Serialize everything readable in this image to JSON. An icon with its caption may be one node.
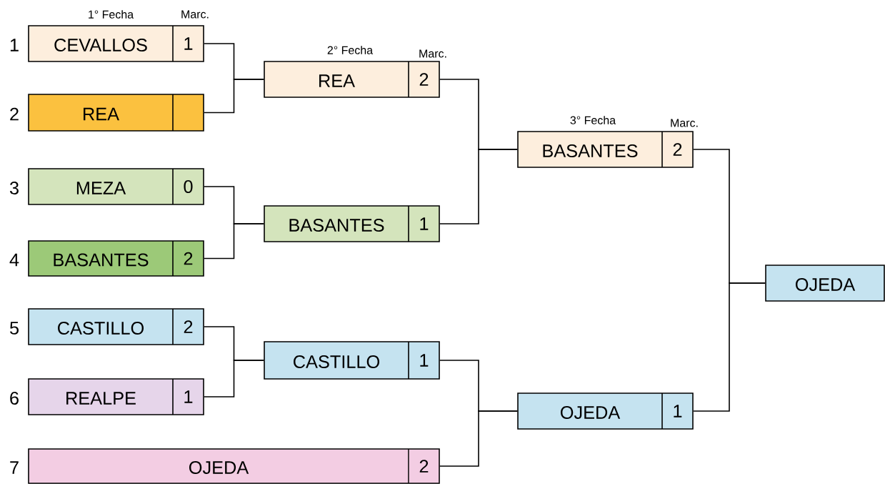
{
  "diagram": {
    "nodes": [
      {
        "text": [
          "CEVALLOS",
          "1"
        ],
        "beside": [
          "1"
        ]
      },
      {
        "text": [
          "REA"
        ],
        "beside": [
          "2"
        ]
      },
      {
        "text": [
          "MEZA",
          "0"
        ],
        "beside": [
          "3"
        ]
      },
      {
        "text": [
          "BASANTES",
          "2"
        ],
        "beside": [
          "4"
        ]
      },
      {
        "text": [
          "CASTILLO",
          "2"
        ],
        "beside": [
          "5"
        ]
      },
      {
        "text": [
          "REALPE",
          "1"
        ],
        "beside": [
          "6"
        ]
      },
      {
        "text": [
          "OJEDA",
          "2"
        ],
        "beside": [
          "7"
        ]
      },
      {
        "text": [
          "REA",
          "2"
        ]
      },
      {
        "text": [
          "BASANTES",
          "1"
        ]
      },
      {
        "text": [
          "CASTILLO",
          "1"
        ]
      },
      {
        "text": [
          "BASANTES",
          "2"
        ]
      },
      {
        "text": [
          "OJEDA",
          "1"
        ]
      },
      {
        "text": [
          "OJEDA"
        ]
      }
    ],
    "edges": [
      {
        "from": 0,
        "to": 7,
        "arrow": "none"
      },
      {
        "from": 1,
        "to": 7,
        "arrow": "none"
      },
      {
        "from": 2,
        "to": 8,
        "arrow": "none"
      },
      {
        "from": 3,
        "to": 8,
        "arrow": "none"
      },
      {
        "from": 4,
        "to": 9,
        "arrow": "none"
      },
      {
        "from": 5,
        "to": 9,
        "arrow": "none"
      },
      {
        "from": 7,
        "to": 10,
        "arrow": "none"
      },
      {
        "from": 8,
        "to": 10,
        "arrow": "none"
      },
      {
        "from": 9,
        "to": 11,
        "arrow": "none"
      },
      {
        "from": 6,
        "to": 11,
        "arrow": "none"
      },
      {
        "from": 10,
        "to": 12,
        "arrow": "none"
      },
      {
        "from": 11,
        "to": 12,
        "arrow": "none"
      }
    ],
    "labels": [
      "1° Fecha",
      "Marc.",
      "2° Fecha",
      "Marc.",
      "3° Fecha",
      "Marc."
    ]
  }
}
